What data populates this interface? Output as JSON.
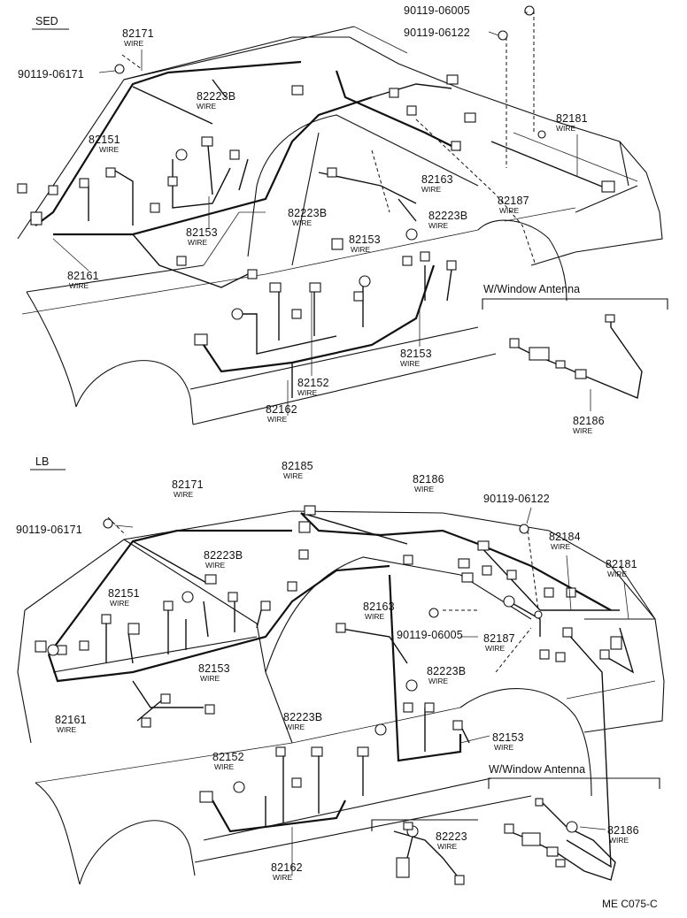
{
  "sections": {
    "sed": "SED",
    "lb": "LB"
  },
  "sub_label": "WIRE",
  "option_label": "W/Window Antenna",
  "sed_parts": {
    "p90119_06005": "90119-06005",
    "p90119_06122": "90119-06122",
    "p90119_06171": "90119-06171",
    "p82171": "82171",
    "p82223B_a": "82223B",
    "p82151": "82151",
    "p82181": "82181",
    "p82163": "82163",
    "p82187": "82187",
    "p82223B_b": "82223B",
    "p82223B_c": "82223B",
    "p82153_a": "82153",
    "p82153_b": "82153",
    "p82153_c": "82153",
    "p82161": "82161",
    "p82152": "82152",
    "p82162": "82162",
    "p82186": "82186"
  },
  "lb_parts": {
    "p82185": "82185",
    "p82186_a": "82186",
    "p82171": "82171",
    "p90119_06122": "90119-06122",
    "p90119_06171": "90119-06171",
    "p82184": "82184",
    "p82223B_a": "82223B",
    "p82181": "82181",
    "p82151": "82151",
    "p82163": "82163",
    "p90119_06005": "90119-06005",
    "p82187": "82187",
    "p82153_a": "82153",
    "p82223B_b": "82223B",
    "p82161": "82161",
    "p82223B_c": "82223B",
    "p82153_b": "82153",
    "p82152": "82152",
    "p82162": "82162",
    "p82223": "82223",
    "p82186_b": "82186"
  },
  "footer_code": "ME C075-C"
}
